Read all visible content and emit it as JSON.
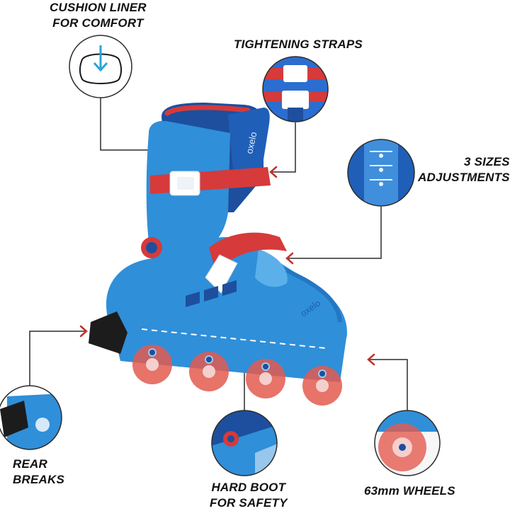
{
  "features": {
    "cushion": {
      "line1": "CUSHION LINER",
      "line2": "FOR COMFORT",
      "icon": "pillow-icon"
    },
    "straps": {
      "line1": "TIGHTENING STRAPS"
    },
    "sizes": {
      "line1": "3 SIZES",
      "line2": "ADJUSTMENTS"
    },
    "rear": {
      "line1": "REAR",
      "line2": "BREAKS"
    },
    "boot": {
      "line1": "HARD BOOT",
      "line2": "FOR SAFETY"
    },
    "wheels": {
      "line1": "63mm WHEELS"
    }
  },
  "brand": {
    "text": "oxelo"
  },
  "colors": {
    "boot_blue": "#2f8fd9",
    "navy": "#1d4f9e",
    "strap_red": "#d63a3a",
    "wheel_red": "#e35a4f",
    "line": "#2b2b2b"
  }
}
